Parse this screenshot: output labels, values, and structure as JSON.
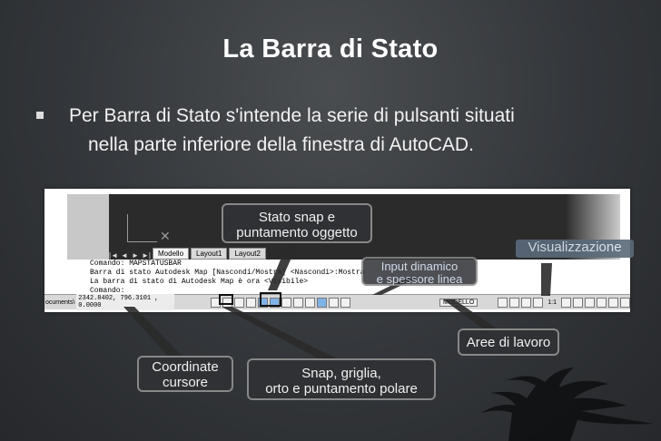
{
  "slide": {
    "title": "La Barra di  Stato",
    "bullet": {
      "line1": "Per  Barra di Stato s'intende la serie di pulsanti situati",
      "line2": "nella parte inferiore della finestra di AutoCAD."
    }
  },
  "autocad": {
    "tabs": [
      "Modello",
      "Layout1",
      "Layout2"
    ],
    "nav_arrows": [
      "|◄",
      "◄",
      "►",
      "►|"
    ],
    "command_lines": [
      "Comando: MAPSTATUSBAR",
      "Barra di stato Autodesk Map [Nascondi/Mostra] <Nascondi>:Mostra",
      "La barra di stato di Autodesk Map è ora <Visibile>",
      "",
      "Comando:"
    ],
    "statusbar": {
      "coordinates": "2342.8402, 796.3101 , 0.0000",
      "left_label": "ocuments\\",
      "model_label": "MODELLO",
      "scale_label": "1:1"
    }
  },
  "callouts": {
    "snap": {
      "line1": "Stato snap e",
      "line2": "puntamento oggetto"
    },
    "view": "Visualizzazione",
    "input": {
      "line1": "Input dinamico",
      "line2": "e spessore linea"
    },
    "work": "Aree di lavoro",
    "coords": {
      "line1": "Coordinate",
      "line2": "cursore"
    },
    "grid": {
      "line1": "Snap, griglia,",
      "line2": "orto e puntamento polare"
    }
  },
  "colors": {
    "background": "#33363a",
    "callout_bg": "#2f3134",
    "callout_border": "#888888",
    "arrow": "#2a2a2a"
  }
}
